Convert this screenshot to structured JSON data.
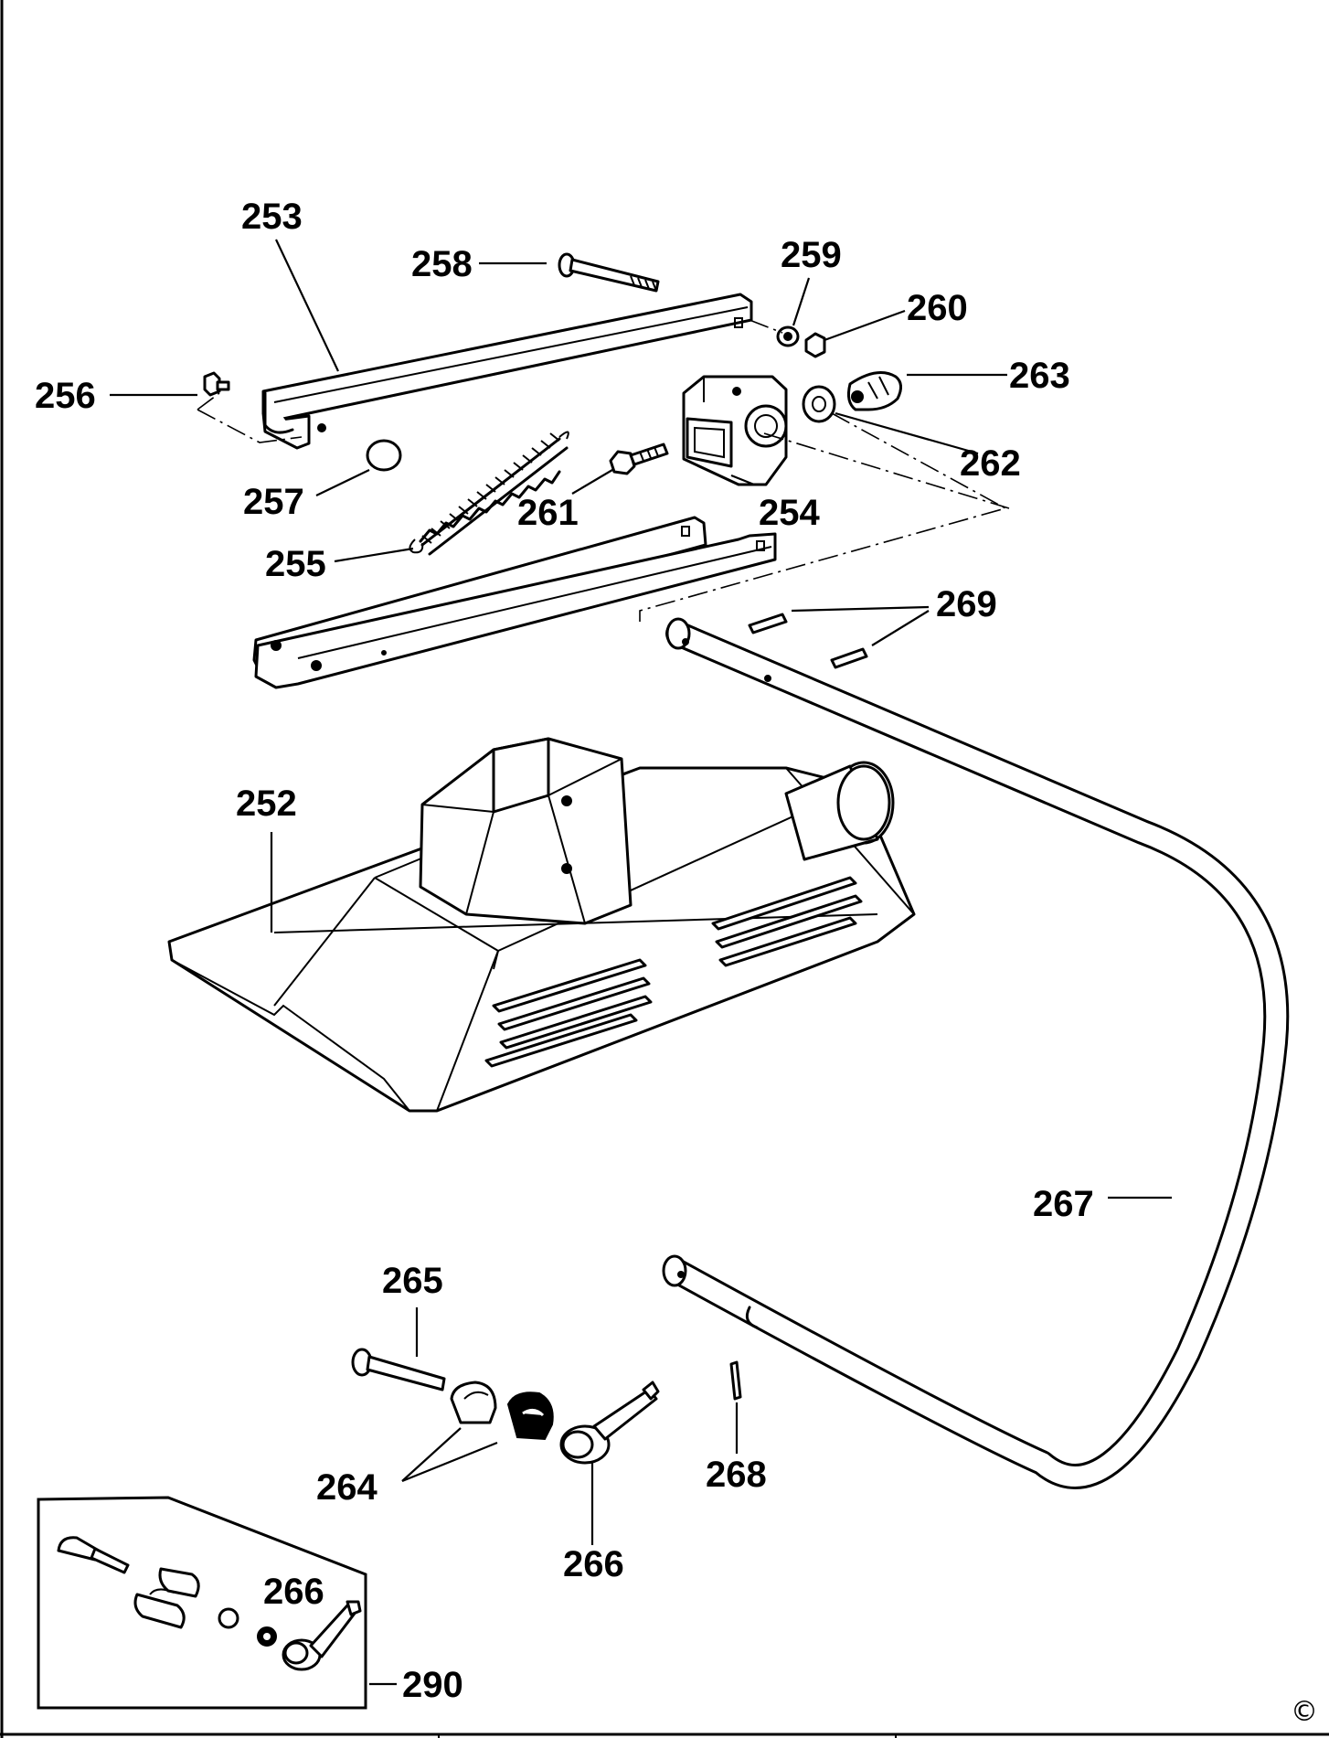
{
  "labels": {
    "p252": "252",
    "p253": "253",
    "p254": "254",
    "p255": "255",
    "p256": "256",
    "p257": "257",
    "p258": "258",
    "p259": "259",
    "p260": "260",
    "p261": "261",
    "p262": "262",
    "p263": "263",
    "p264": "264",
    "p265": "265",
    "p266": "266",
    "p266_inset": "266",
    "p267": "267",
    "p268": "268",
    "p269": "269",
    "p290": "290"
  },
  "copyright": "©"
}
